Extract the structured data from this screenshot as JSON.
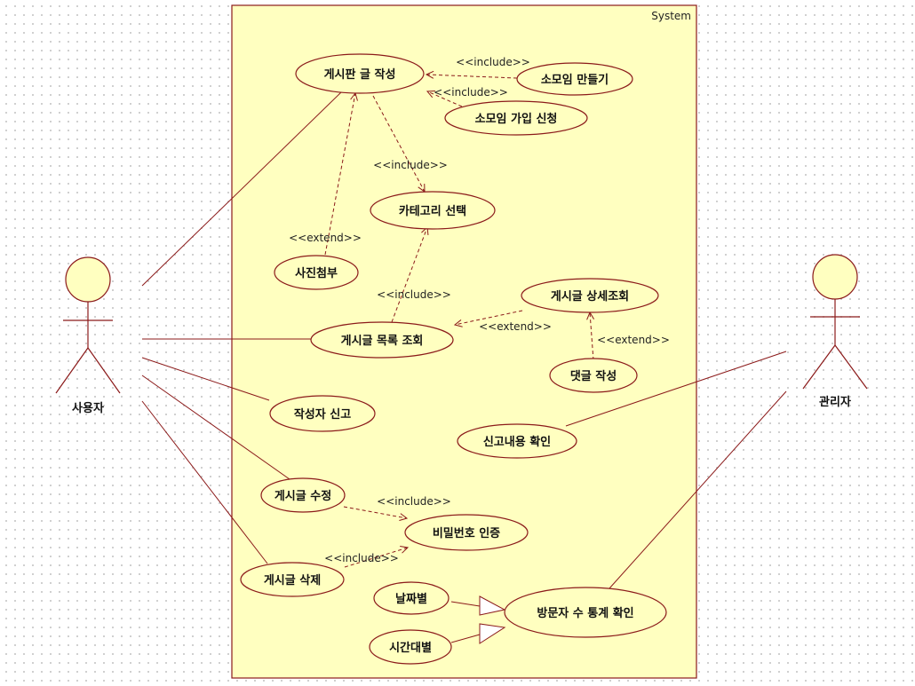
{
  "system": {
    "label": "System"
  },
  "actors": {
    "user": {
      "label": "사용자"
    },
    "admin": {
      "label": "관리자"
    }
  },
  "use_cases": {
    "write_post": "게시판 글 작성",
    "create_group": "소모임 만들기",
    "join_group": "소모임 가입 신청",
    "select_category": "카테고리 선택",
    "attach_photo": "사진첨부",
    "post_detail": "게시글 상세조회",
    "post_list": "게시글 목록 조회",
    "write_comment": "댓글 작성",
    "report_author": "작성자 신고",
    "check_report": "신고내용 확인",
    "edit_post": "게시글 수정",
    "password_auth": "비밀번호 인증",
    "delete_post": "게시글 삭제",
    "by_date": "날짜별",
    "by_time": "시간대별",
    "visitor_stats": "방문자 수 통계 확인"
  },
  "relations": {
    "include_create_group": "<<include>>",
    "include_join_group": "<<include>>",
    "include_write_category": "<<include>>",
    "extend_photo": "<<extend>>",
    "include_list_category": "<<include>>",
    "extend_detail": "<<extend>>",
    "extend_comment": "<<extend>>",
    "include_edit_auth": "<<include>>",
    "include_delete_auth": "<<include>>"
  },
  "colors": {
    "line": "#8b1a1a",
    "fill": "#ffffc0",
    "background": "#ffffff",
    "grid_dots": "#c4c4c4"
  }
}
